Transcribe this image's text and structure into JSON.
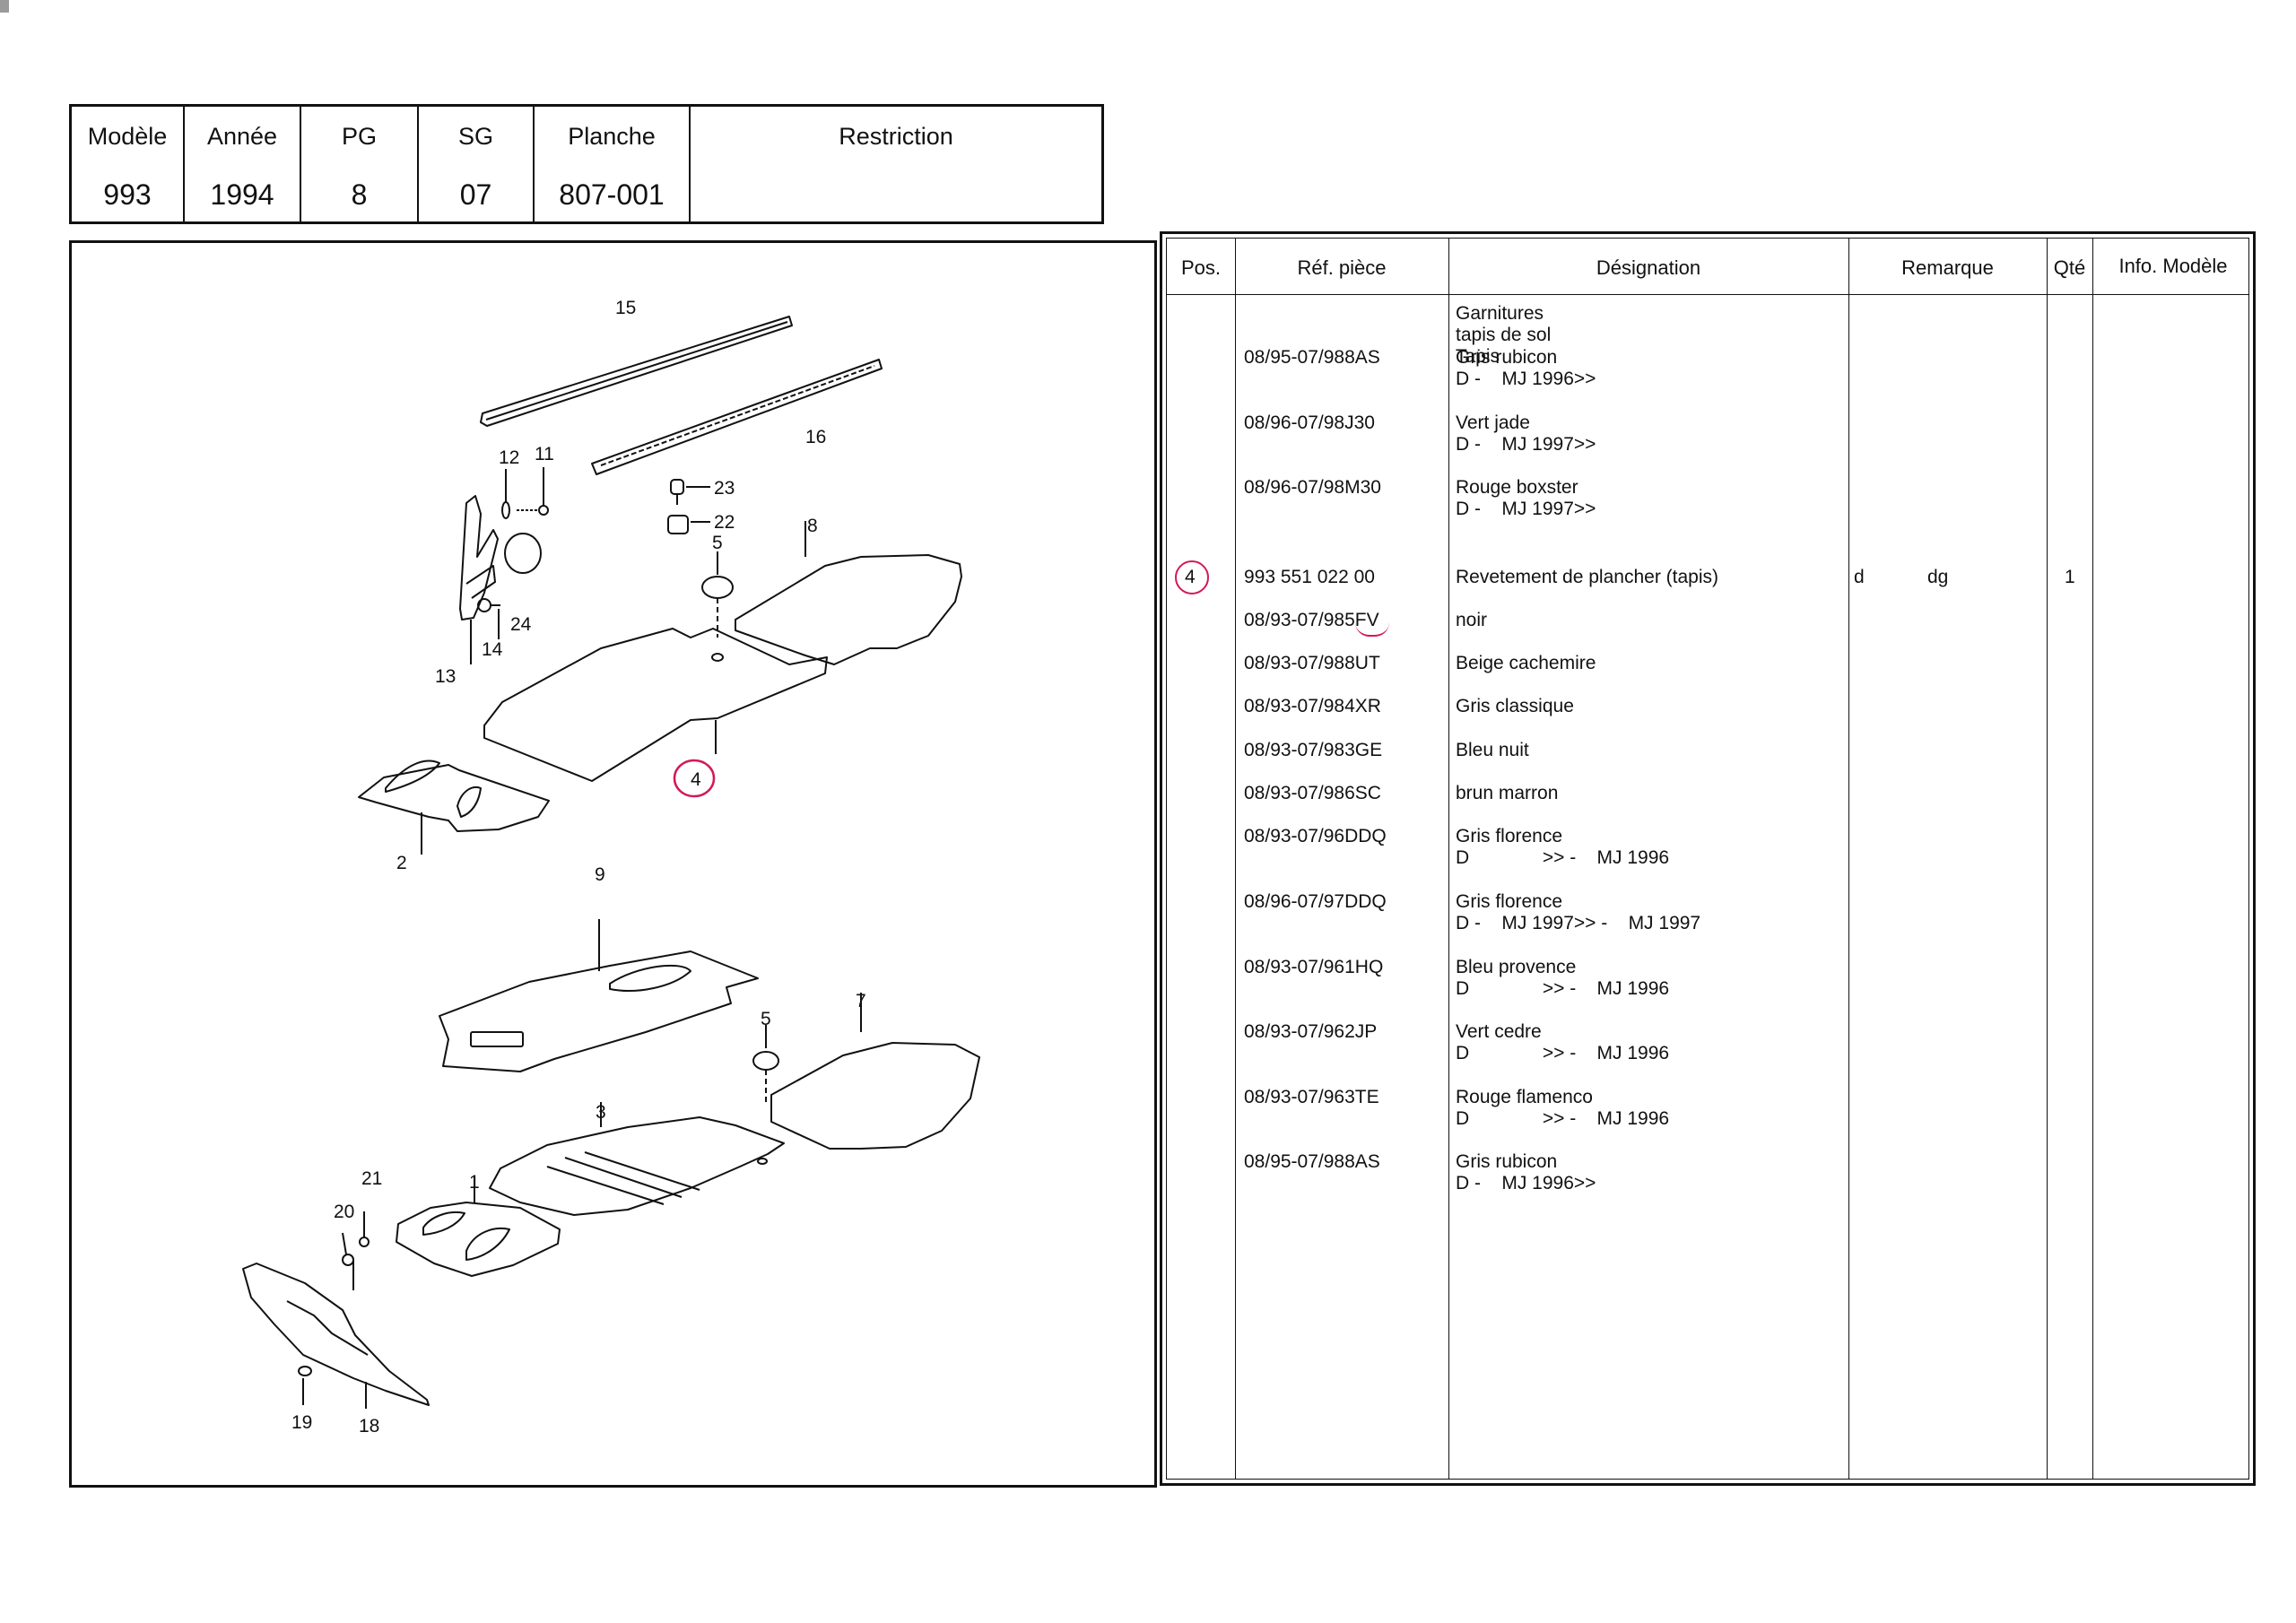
{
  "header": {
    "columns": [
      {
        "label": "Modèle",
        "value": "993"
      },
      {
        "label": "Année",
        "value": "1994"
      },
      {
        "label": "PG",
        "value": "8"
      },
      {
        "label": "SG",
        "value": "07"
      },
      {
        "label": "Planche",
        "value": "807-001"
      },
      {
        "label": "Restriction",
        "value": ""
      }
    ]
  },
  "diagram": {
    "callouts": [
      "15",
      "16",
      "12",
      "11",
      "23",
      "22",
      "5",
      "8",
      "24",
      "14",
      "13",
      "4",
      "2",
      "9",
      "5",
      "7",
      "3",
      "1",
      "21",
      "20",
      "19",
      "18"
    ]
  },
  "table": {
    "headers": {
      "pos": "Pos.",
      "ref": "Réf. pièce",
      "designation": "Désignation",
      "remarque": "Remarque",
      "qte": "Qté",
      "info": "Info. Modèle"
    },
    "rows": [
      {
        "pos": "",
        "ref": "",
        "designation": [
          "Garnitures",
          "tapis de sol",
          "Tapis"
        ],
        "rem1": "",
        "rem2": "",
        "qte": ""
      },
      {
        "pos": "",
        "ref": "08/95-07/988AS",
        "designation": [
          "Gris rubicon",
          "D -    MJ 1996>>"
        ],
        "rem1": "",
        "rem2": "",
        "qte": ""
      },
      {
        "pos": "",
        "ref": "08/96-07/98J30",
        "designation": [
          "Vert jade",
          "D -    MJ 1997>>"
        ],
        "rem1": "",
        "rem2": "",
        "qte": ""
      },
      {
        "pos": "",
        "ref": "08/96-07/98M30",
        "designation": [
          "Rouge boxster",
          "D -    MJ 1997>>"
        ],
        "rem1": "",
        "rem2": "",
        "qte": ""
      },
      {
        "pos": "4",
        "ref": "993 551 022 00",
        "designation": [
          "Revetement de plancher (tapis)"
        ],
        "rem1": "d",
        "rem2": "dg",
        "qte": "1"
      },
      {
        "pos": "",
        "ref": "08/93-07/985FV",
        "designation": [
          "noir"
        ],
        "rem1": "",
        "rem2": "",
        "qte": ""
      },
      {
        "pos": "",
        "ref": "08/93-07/988UT",
        "designation": [
          "Beige cachemire"
        ],
        "rem1": "",
        "rem2": "",
        "qte": ""
      },
      {
        "pos": "",
        "ref": "08/93-07/984XR",
        "designation": [
          "Gris classique"
        ],
        "rem1": "",
        "rem2": "",
        "qte": ""
      },
      {
        "pos": "",
        "ref": "08/93-07/983GE",
        "designation": [
          "Bleu nuit"
        ],
        "rem1": "",
        "rem2": "",
        "qte": ""
      },
      {
        "pos": "",
        "ref": "08/93-07/986SC",
        "designation": [
          "brun marron"
        ],
        "rem1": "",
        "rem2": "",
        "qte": ""
      },
      {
        "pos": "",
        "ref": "08/93-07/96DDQ",
        "designation": [
          "Gris florence",
          "D              >> -    MJ 1996"
        ],
        "rem1": "",
        "rem2": "",
        "qte": ""
      },
      {
        "pos": "",
        "ref": "08/96-07/97DDQ",
        "designation": [
          "Gris florence",
          "D -    MJ 1997>> -    MJ 1997"
        ],
        "rem1": "",
        "rem2": "",
        "qte": ""
      },
      {
        "pos": "",
        "ref": "08/93-07/961HQ",
        "designation": [
          "Bleu provence",
          "D              >> -    MJ 1996"
        ],
        "rem1": "",
        "rem2": "",
        "qte": ""
      },
      {
        "pos": "",
        "ref": "08/93-07/962JP",
        "designation": [
          "Vert cedre",
          "D              >> -    MJ 1996"
        ],
        "rem1": "",
        "rem2": "",
        "qte": ""
      },
      {
        "pos": "",
        "ref": "08/93-07/963TE",
        "designation": [
          "Rouge flamenco",
          "D              >> -    MJ 1996"
        ],
        "rem1": "",
        "rem2": "",
        "qte": ""
      },
      {
        "pos": "",
        "ref": "08/95-07/988AS",
        "designation": [
          "Gris rubicon",
          "D -    MJ 1996>>"
        ],
        "rem1": "",
        "rem2": "",
        "qte": ""
      }
    ]
  },
  "colors": {
    "annotation": "#d21a55",
    "line": "#111111"
  }
}
